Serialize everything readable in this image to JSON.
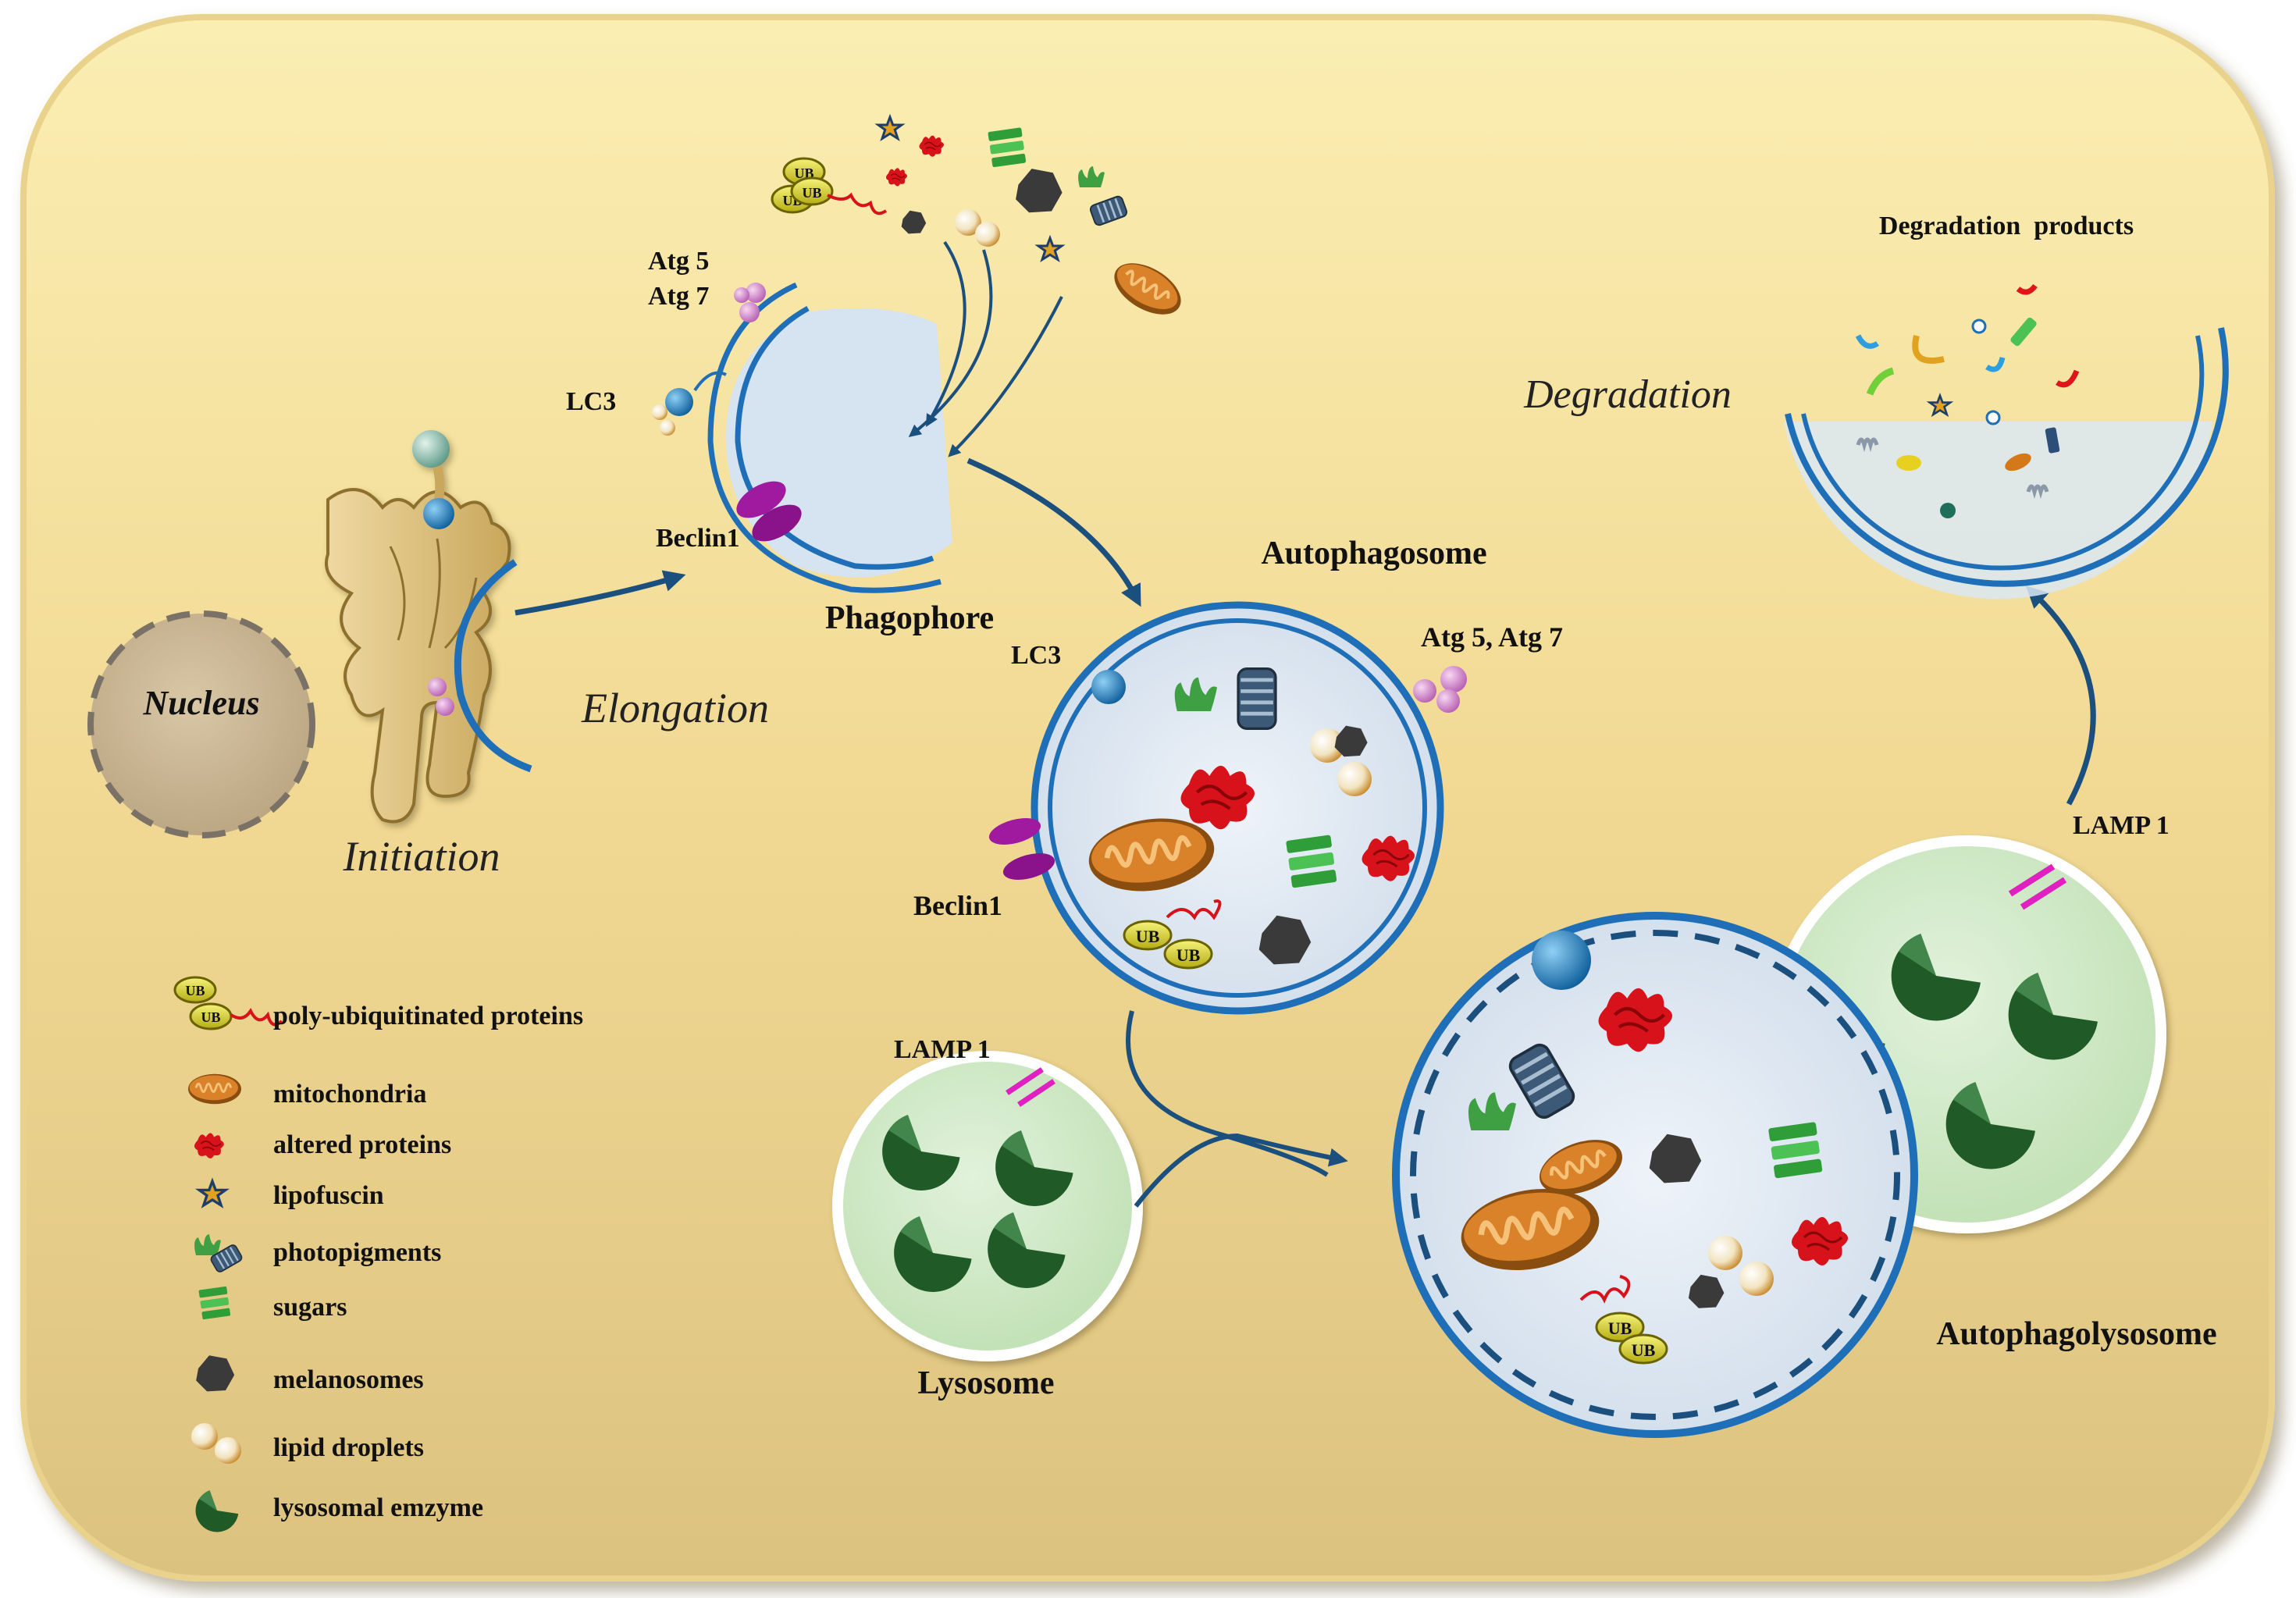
{
  "labels": {
    "nucleus": "Nucleus",
    "initiation": "Initiation",
    "elongation": "Elongation",
    "phagophore": "Phagophore",
    "atg5": "Atg 5",
    "atg7": "Atg 7",
    "lc3_phagophore": "LC3",
    "beclin1_phagophore": "Beclin1",
    "autophagosome": "Autophagosome",
    "lc3_autophagosome": "LC3",
    "atg5_atg7": "Atg 5, Atg  7",
    "beclin1_autophagosome": "Beclin1",
    "lysosome": "Lysosome",
    "lamp1_lysosome": "LAMP 1",
    "lamp1_autophagolysosome": "LAMP 1",
    "autophagolysosome": "Autophagolysosome",
    "degradation": "Degradation",
    "degradation_products": "Degradation  products",
    "ub": "UB"
  },
  "legend": {
    "items": [
      {
        "icon": "ubiquitin-icon",
        "label": "poly-ubiquitinated proteins"
      },
      {
        "icon": "mitochondria-icon",
        "label": "mitochondria"
      },
      {
        "icon": "altered-protein-icon",
        "label": "altered proteins"
      },
      {
        "icon": "lipofuscin-icon",
        "label": "lipofuscin"
      },
      {
        "icon": "photopigment-icon",
        "label": "photopigments"
      },
      {
        "icon": "sugar-icon",
        "label": "sugars"
      },
      {
        "icon": "melanosome-icon",
        "label": "melanosomes"
      },
      {
        "icon": "lipid-droplet-icon",
        "label": "lipid droplets"
      },
      {
        "icon": "lysosomal-enzyme-icon",
        "label": "lysosomal emzyme"
      }
    ]
  },
  "colors": {
    "cell_top": "#f7e7a6",
    "cell_bottom": "#e2c77e",
    "membrane_blue": "#1f6fb8",
    "arrow": "#1b4f7e",
    "lumen": "#dfe8f2",
    "lysosome_fill": "#cfe8c6",
    "enzyme": "#1f5a27",
    "mito": "#d4781a",
    "protein_red": "#e0141b",
    "beclin": "#9a1a9a",
    "lamp": "#e020c0"
  }
}
